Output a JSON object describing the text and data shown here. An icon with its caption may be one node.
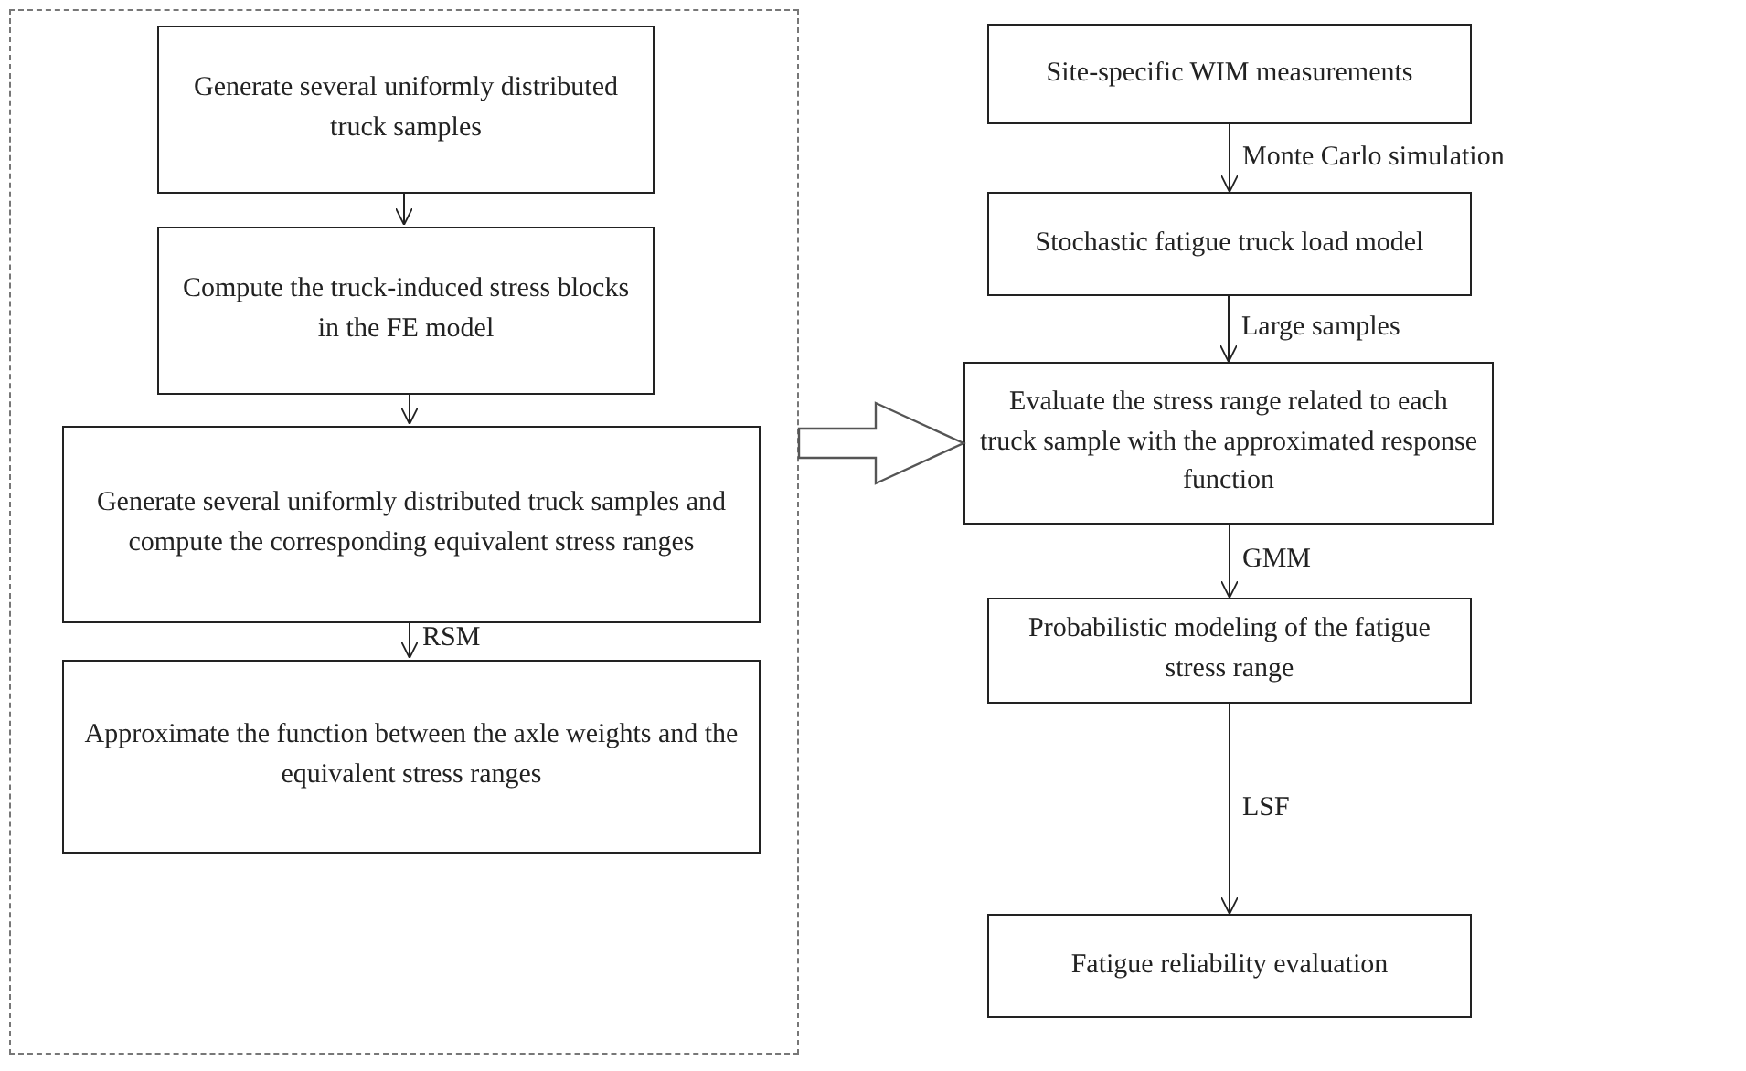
{
  "diagram": {
    "nodes": [
      {
        "text": [],
        "shape": "box"
      },
      {
        "text": [
          "Generate several uniformly distributed truck samples"
        ],
        "in": 0
      },
      {
        "text": [
          "Compute the truck-induced stress blocks in the FE model"
        ],
        "in": 0
      },
      {
        "text": [
          "Generate several uniformly distributed truck samples and compute the corresponding equivalent stress ranges"
        ],
        "in": 0
      },
      {
        "text": [
          "Approximate the function between the axle weights and the equivalent stress ranges"
        ],
        "in": 0
      },
      {
        "text": [
          "Site-specific WIM measurements"
        ]
      },
      {
        "text": [
          "Stochastic fatigue truck load model"
        ]
      },
      {
        "text": [
          "Evaluate the stress range related to each truck sample with the approximated response function"
        ]
      },
      {
        "text": [
          "Probabilistic modeling of the fatigue stress range"
        ]
      },
      {
        "text": [
          "Fatigue reliability evaluation"
        ]
      }
    ],
    "edges": [
      {
        "from": 1,
        "to": 2,
        "arrow": "to"
      },
      {
        "from": 2,
        "to": 3,
        "arrow": "to"
      },
      {
        "from": 3,
        "to": 4,
        "arrow": "to",
        "label": "RSM"
      },
      {
        "from": 0,
        "to": 7,
        "arrow": "to",
        "style": "thick"
      },
      {
        "from": 5,
        "to": 6,
        "arrow": "to",
        "label": "Monte Carlo simulation"
      },
      {
        "from": 6,
        "to": 7,
        "arrow": "to",
        "label": "Large samples"
      },
      {
        "from": 7,
        "to": 8,
        "arrow": "to",
        "label": "GMM"
      },
      {
        "from": 8,
        "to": 9,
        "arrow": "to",
        "label": "LSF"
      }
    ]
  }
}
